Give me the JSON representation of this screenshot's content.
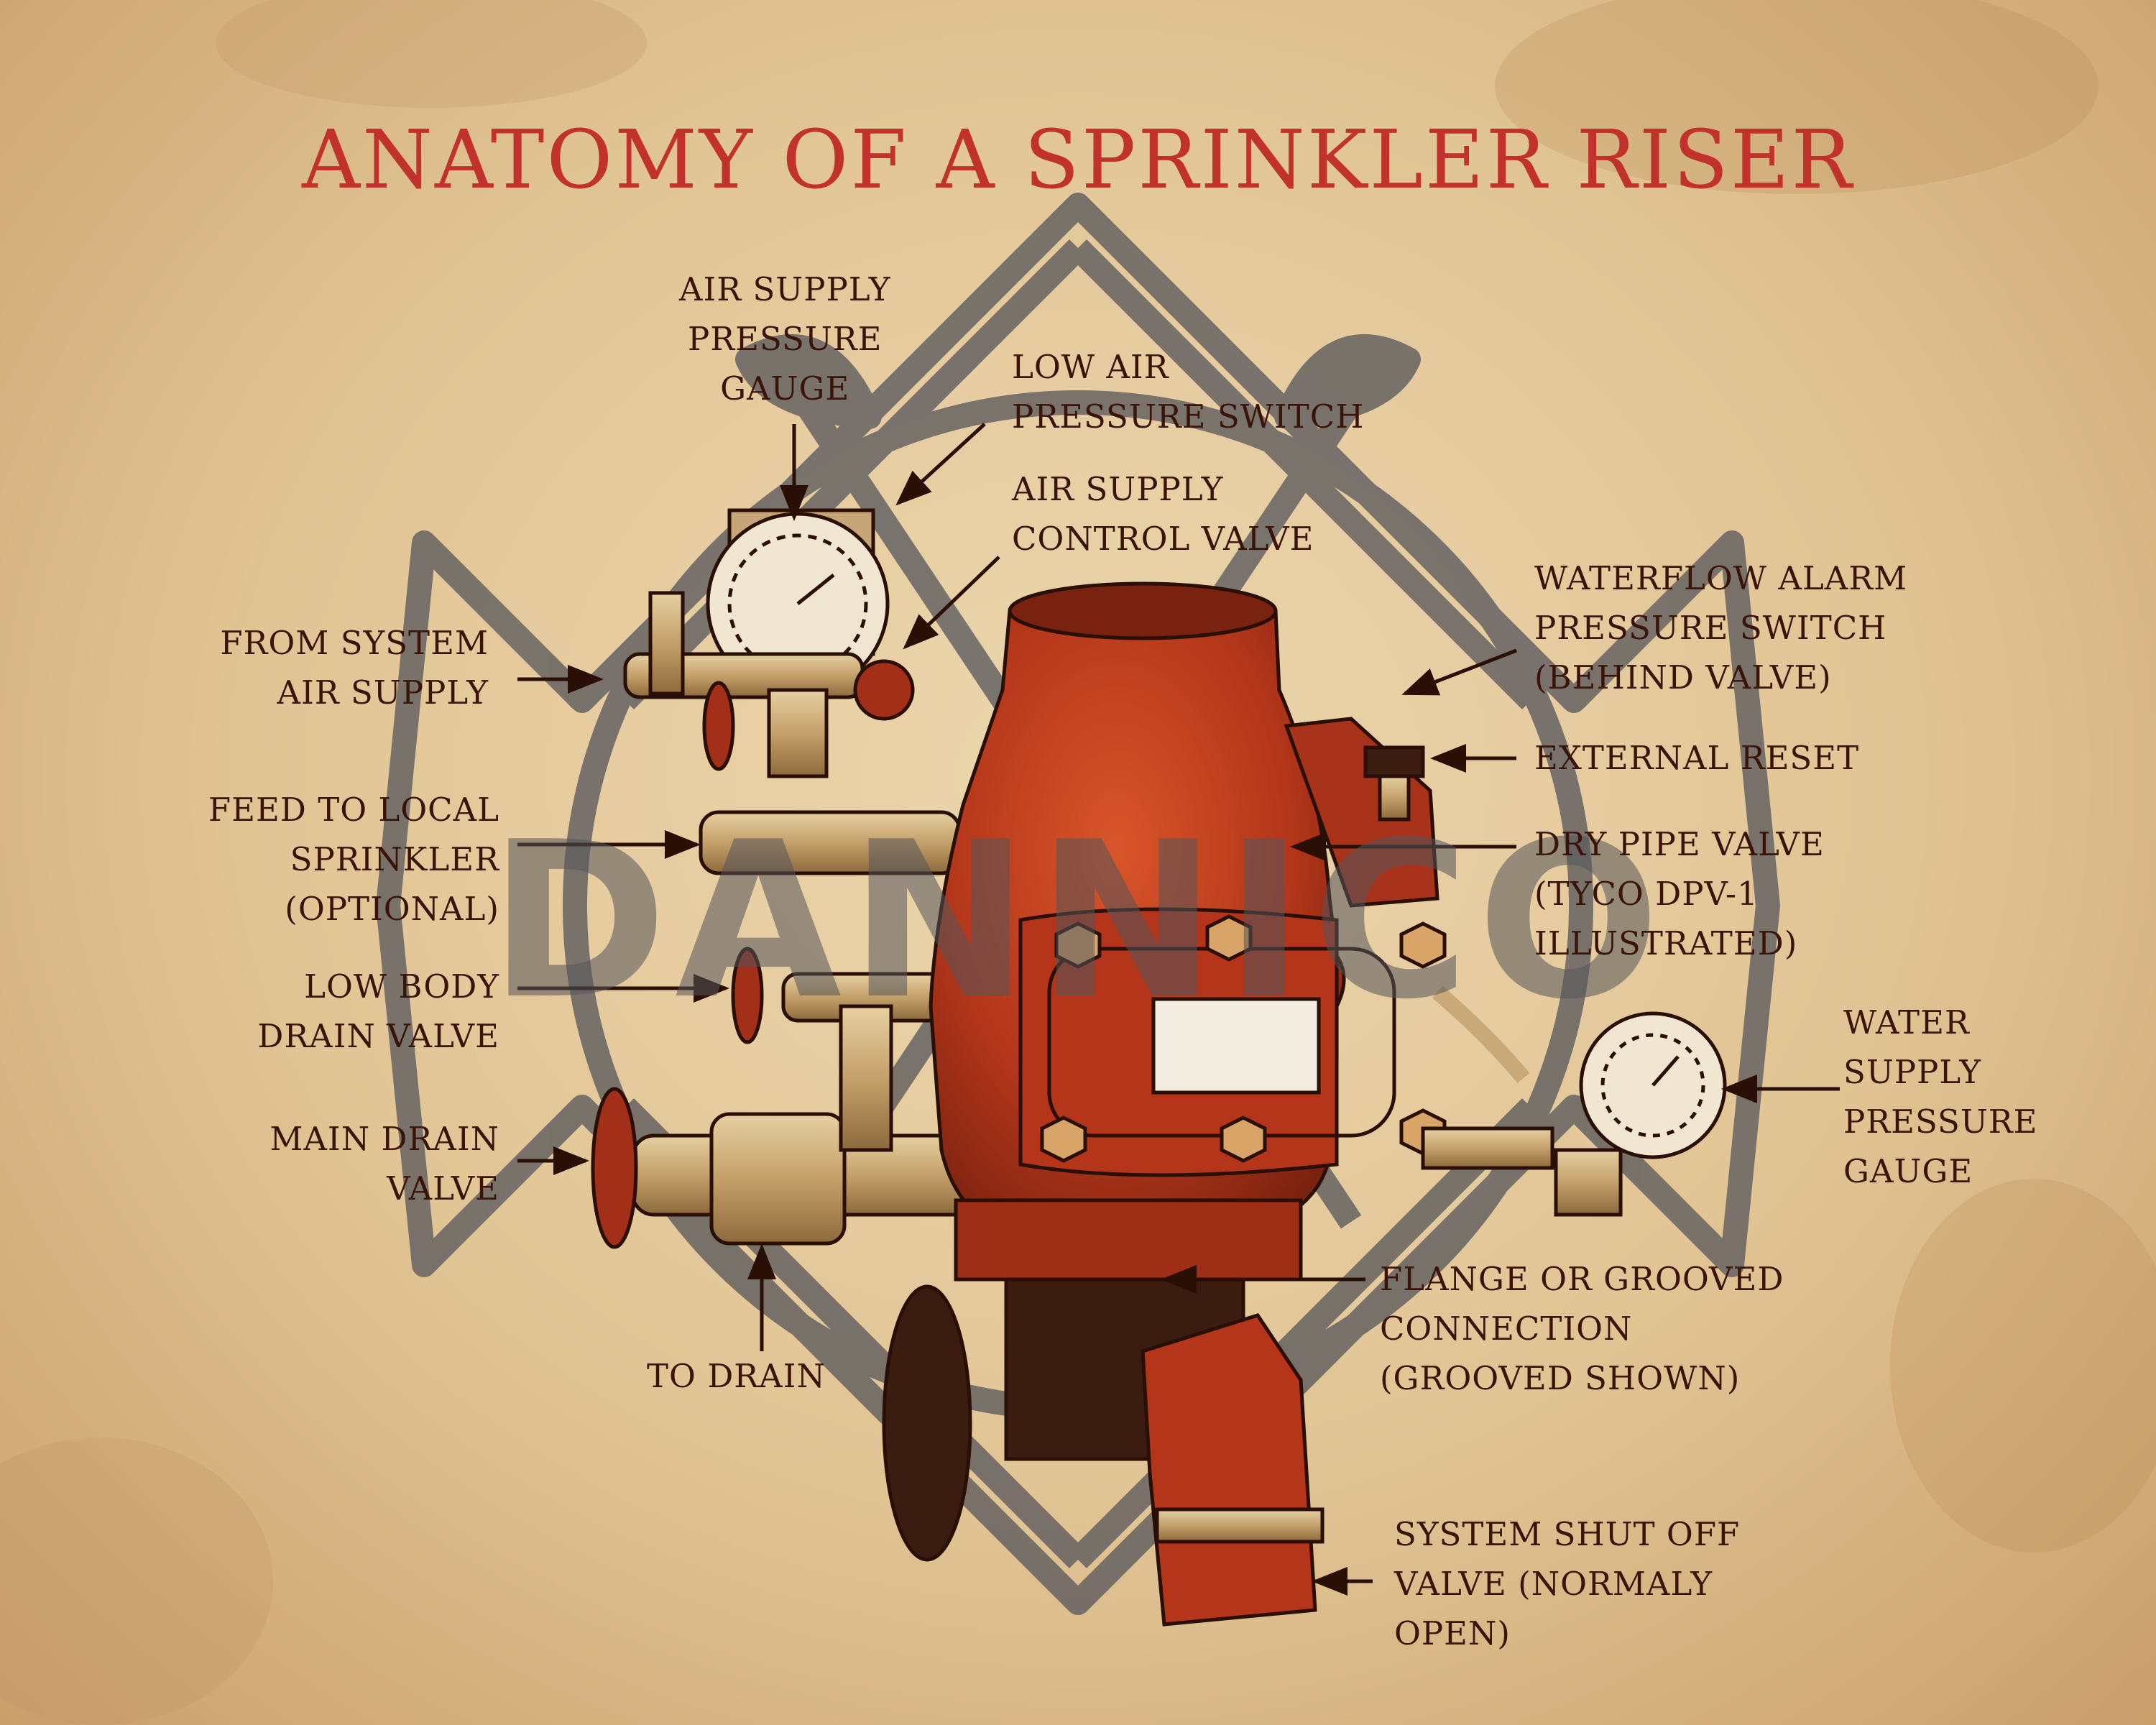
{
  "title": "ANATOMY OF A SPRINKLER RISER",
  "watermark": "DANNICO",
  "colors": {
    "title": "#c0322b",
    "label_text": "#3a1408",
    "valve_body": "#b8381a",
    "brass": "#c9a978",
    "watermark": "#55555b",
    "paper": "#e2c9a0"
  },
  "labels": {
    "air_gauge": [
      "AIR SUPPLY",
      "PRESSURE",
      "GAUGE"
    ],
    "low_air_switch": [
      "LOW AIR",
      "PRESSURE SWITCH"
    ],
    "air_control_valve": [
      "AIR SUPPLY",
      "CONTROL VALVE"
    ],
    "waterflow_alarm": [
      "WATERFLOW ALARM",
      "PRESSURE SWITCH",
      "(BEHIND VALVE)"
    ],
    "external_reset": [
      "EXTERNAL RESET"
    ],
    "dry_pipe_valve": [
      "DRY PIPE VALVE",
      "(TYCO DPV-1",
      "ILLUSTRATED)"
    ],
    "water_gauge": [
      "WATER",
      "SUPPLY",
      "PRESSURE",
      "GAUGE"
    ],
    "from_air": [
      "FROM SYSTEM",
      "AIR SUPPLY"
    ],
    "feed_local": [
      "FEED TO LOCAL",
      "SPRINKLER",
      "(OPTIONAL)"
    ],
    "low_body_drain": [
      "LOW BODY",
      "DRAIN VALVE"
    ],
    "main_drain": [
      "MAIN DRAIN",
      "VALVE"
    ],
    "to_drain": [
      "TO DRAIN"
    ],
    "flange": [
      "FLANGE OR GROOVED",
      "CONNECTION",
      "(GROOVED SHOWN)"
    ],
    "shut_off": [
      "SYSTEM SHUT OFF",
      "VALVE (NORMALY",
      "OPEN)"
    ]
  }
}
